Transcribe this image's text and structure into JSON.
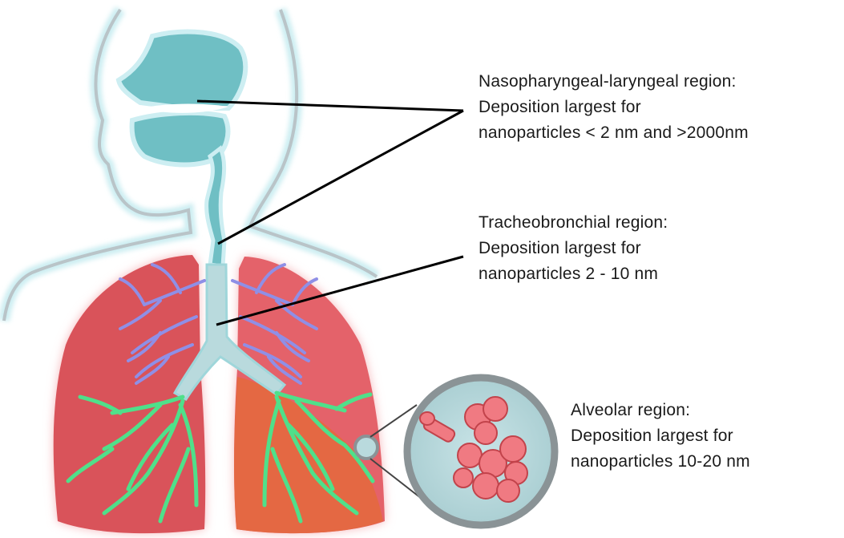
{
  "regions": [
    {
      "key": "nasopharyngeal",
      "lines": [
        "Nasopharyngeal-laryngeal region:",
        "Deposition largest for",
        "nanoparticles < 2 nm and >2000nm"
      ]
    },
    {
      "key": "tracheobronchial",
      "lines": [
        "Tracheobronchial region:",
        "Deposition largest for",
        "nanoparticles 2 - 10 nm"
      ]
    },
    {
      "key": "alveolar",
      "lines": [
        "Alveolar region:",
        "Deposition largest for",
        "nanoparticles 10-20 nm"
      ]
    }
  ],
  "colors": {
    "body_outline": "#b9c4c8",
    "body_glow": "#cdeef2",
    "airway": "#6fbfc4",
    "lung_left": "#d9535a",
    "lung_right": "#e4626a",
    "lung_glow": "#f6b9bd",
    "lung_lower_lobe": "#e46a3c",
    "bronchi_upper": "#8f8fe6",
    "bronchi_lower": "#4fe08a",
    "alveoli": "#f07a82",
    "magnifier_fill": "#b9dadd",
    "magnifier_ring": "#8a9396",
    "leader_line": "#000000"
  }
}
